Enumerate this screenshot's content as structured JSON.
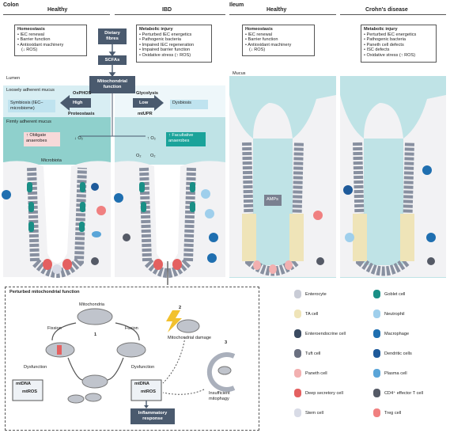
{
  "sections": {
    "colon": "Colon",
    "ileum": "Ileum"
  },
  "headers": {
    "colon_healthy": "Healthy",
    "ibd": "IBD",
    "ileum_healthy": "Healthy",
    "crohns": "Crohn's disease"
  },
  "colon_healthy_box": {
    "title": "Homeostasis",
    "lines": [
      "• IEC renewal",
      "• Barrier function",
      "• Antioxidant machinery",
      "(↓ ROS)"
    ]
  },
  "ibd_box": {
    "title": "Metabolic injury",
    "lines": [
      "• Perturbed IEC energetics",
      "• Pathogenic bacteria",
      "• Impaired IEC regeneration",
      "• Impaired barrier function",
      "• Oxidative stress (↑ ROS)"
    ]
  },
  "ileum_healthy_box": {
    "title": "Homeostasis",
    "lines": [
      "• IEC renewal",
      "• Barrier function",
      "• Antioxidant machinery",
      "(↓ ROS)"
    ]
  },
  "crohns_box": {
    "title": "Metabolic injury",
    "lines": [
      "• Perturbed IEC energetics",
      "• Pathogenic bacteria",
      "• Paneth cell defects",
      "• ISC defects",
      "• Oxidative stress (↑ ROS)"
    ]
  },
  "flow": {
    "dietary": "Dietary fibres",
    "scfas": "SCFAs",
    "mito": "Mitochondrial function"
  },
  "colon_labels": {
    "lumen": "Lumen",
    "loose": "Loosely adherent mucus",
    "symbiosis": "Symbiosis (IEC–microbiome)",
    "oxphos": "OxPHOS",
    "high": "High",
    "proteostasis": "Proteostasis",
    "glycolysis": "Glycolysis",
    "low": "Low",
    "mtupr": "mtUPR",
    "dysbiosis": "Dysbiosis",
    "firm": "Firmly adherent mucus",
    "obligate": "↑ Obligate anaerobes",
    "o2_down": "↓ O₂",
    "o2_up": "↑ O₂",
    "facultative": "↑ Facultative anaerobes",
    "o2a": "O₂",
    "o2b": "O₂",
    "microbiota": "Microbiota"
  },
  "ileum_labels": {
    "mucus": "Mucus",
    "amps": "AMPs"
  },
  "perturbed": {
    "title": "Perturbed mitochondrial function",
    "mitochondria": "Mitochondria",
    "fission": "Fission",
    "fusion": "Fusion",
    "dysfunction_l": "Dysfunction",
    "dysfunction_r": "Dysfunction",
    "mtdna_l": "mtDNA",
    "mtros_l": "mtROS",
    "mtdna_r": "mtDNA",
    "mtros_r": "mtROS",
    "n1": "1",
    "n2": "2",
    "n3": "3",
    "damage": "Mitochondrial damage",
    "mitophagy": "Insufficient mitophagy",
    "inflam": "Inflammatory response"
  },
  "legend": [
    {
      "label": "Enterocyte",
      "icon": "enterocyte-icon",
      "color": "#c9ccd6"
    },
    {
      "label": "Goblet cell",
      "icon": "goblet-cell-icon",
      "color": "#1a8f86"
    },
    {
      "label": "TA cell",
      "icon": "ta-cell-icon",
      "color": "#efe4b8"
    },
    {
      "label": "Neutrophil",
      "icon": "neutrophil-icon",
      "color": "#9fcfec"
    },
    {
      "label": "Enteroendocrine cell",
      "icon": "enteroendocrine-cell-icon",
      "color": "#3a4a60"
    },
    {
      "label": "Macrophage",
      "icon": "macrophage-icon",
      "color": "#1f6fb0"
    },
    {
      "label": "Tuft cell",
      "icon": "tuft-cell-icon",
      "color": "#6a7080"
    },
    {
      "label": "Dendritic cells",
      "icon": "dendritic-cell-icon",
      "color": "#1e5a9a"
    },
    {
      "label": "Paneth cell",
      "icon": "paneth-cell-icon",
      "color": "#f2b0b0"
    },
    {
      "label": "Plasma cell",
      "icon": "plasma-cell-icon",
      "color": "#5aa5d8"
    },
    {
      "label": "Deep secretory cell",
      "icon": "deep-secretory-cell-icon",
      "color": "#e46060"
    },
    {
      "label": "CD4⁺ effector T cell",
      "icon": "t-cell-icon",
      "color": "#555a66"
    },
    {
      "label": "Stem cell",
      "icon": "stem-cell-icon",
      "color": "#d8dbe6"
    },
    {
      "label": "Treg cell",
      "icon": "treg-cell-icon",
      "color": "#f08080"
    }
  ]
}
